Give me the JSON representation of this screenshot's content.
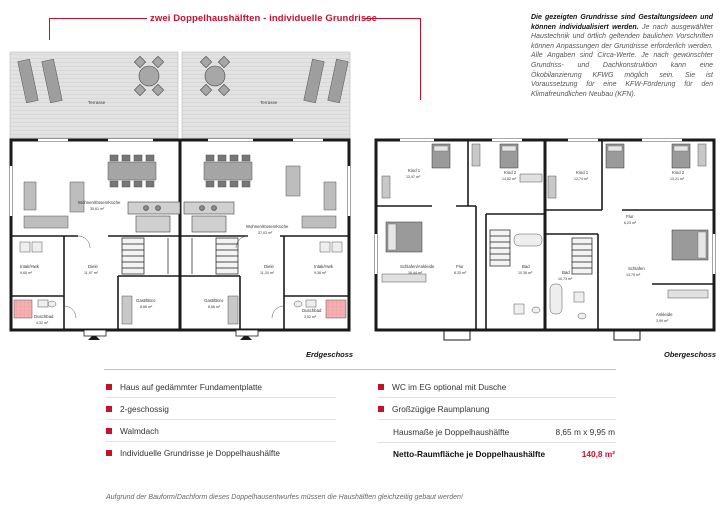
{
  "headline": "zwei Doppelhaushälften - individuelle Grundrisse",
  "disclaimer": {
    "bold": "Die gezeigten Grundrisse sind Gestaltungsideen und können individualisiert werden.",
    "rest": " Je nach ausgewählter Haustechnik und örtlich geltenden baulichen Vorschriften können Anpassungen der Grundrisse erforderlich werden. Alle Angaben sind Circa-Werte. Je nach gewünschter Grundriss- und Dachkonstruktion kann eine Ökobilanzierung KFWG möglich sein. Sie ist Voraussetzung für eine KFW-Förderung für den Klimafreundlichen Neubau (KFN)."
  },
  "ground_floor": {
    "caption": "Erdgeschoss",
    "terrace_left": "Terrasse",
    "terrace_right": "Terrasse",
    "living_left": "Wohnen/Essen/Küche",
    "living_left_area": "35,61 m²",
    "living_right": "Wohnen/Essen/Küche",
    "living_right_area": "37,03 m²",
    "hwr_left": "Intak/Hwk",
    "hwr_left_area": "9,65 m²",
    "hwr_right": "Intak/Hwk",
    "hwr_right_area": "9,38 m²",
    "diele_left": "Diele",
    "diele_left_area": "11,97 m²",
    "diele_right": "Diele",
    "diele_right_area": "11,34 m²",
    "bath_left": "Duschbad",
    "bath_left_area": "4,32 m²",
    "bath_right": "Duschbad",
    "bath_right_area": "3,52 m²",
    "guest_left": "Gast/Büro",
    "guest_left_area": "8,66 m²",
    "guest_right": "Gast/Büro",
    "guest_right_area": "8,66 m²"
  },
  "upper_floor": {
    "caption": "Obergeschoss",
    "kind1_left": "Kind 1",
    "kind1_left_area": "13,97 m²",
    "kind2_left": "Kind 2",
    "kind2_left_area": "14,82 m²",
    "sleep_left": "Schlafen/Ankleide",
    "sleep_left_area": "16,44 m²",
    "flur_left": "Flur",
    "flur_left_area": "6,33 m²",
    "bad_left": "Bad",
    "bad_left_area": "10,36 m²",
    "kind1_right": "Kind 1",
    "kind1_right_area": "12,74 m²",
    "kind2_right": "Kind 2",
    "kind2_right_area": "13,21 m²",
    "flur_right": "Flur",
    "flur_right_area": "6,23 m²",
    "bad_right": "Bad",
    "bad_right_area": "10,73 m²",
    "sleep_right": "Schlafen",
    "sleep_right_area": "13,79 m²",
    "ankleide_right": "Ankleide",
    "ankleide_right_area": "3,99 m²"
  },
  "features_left": [
    "Haus auf gedämmter Fundamentplatte",
    "2-geschossig",
    "Walmdach",
    "Individuelle Grundrisse je Doppelhaushälfte"
  ],
  "features_right": [
    "WC im EG optional mit Dusche",
    "Großzügige Raumplanung"
  ],
  "specs": [
    {
      "label": "Hausmaße je Doppelhaushälfte",
      "value": "8,65 m x 9,95 m"
    },
    {
      "label": "Netto-Raumfläche je Doppelhaushälfte",
      "value": "140,8 m²"
    }
  ],
  "footnote": "Aufgrund der Bauform/Dachform dieses Doppelhausentwurfes müssen die Haushälften gleichzeitig gebaut werden!",
  "colors": {
    "accent": "#c8102e",
    "wall": "#1a1a1a",
    "terrace": "#dcdcdc",
    "tile": "#f4a6a6"
  }
}
